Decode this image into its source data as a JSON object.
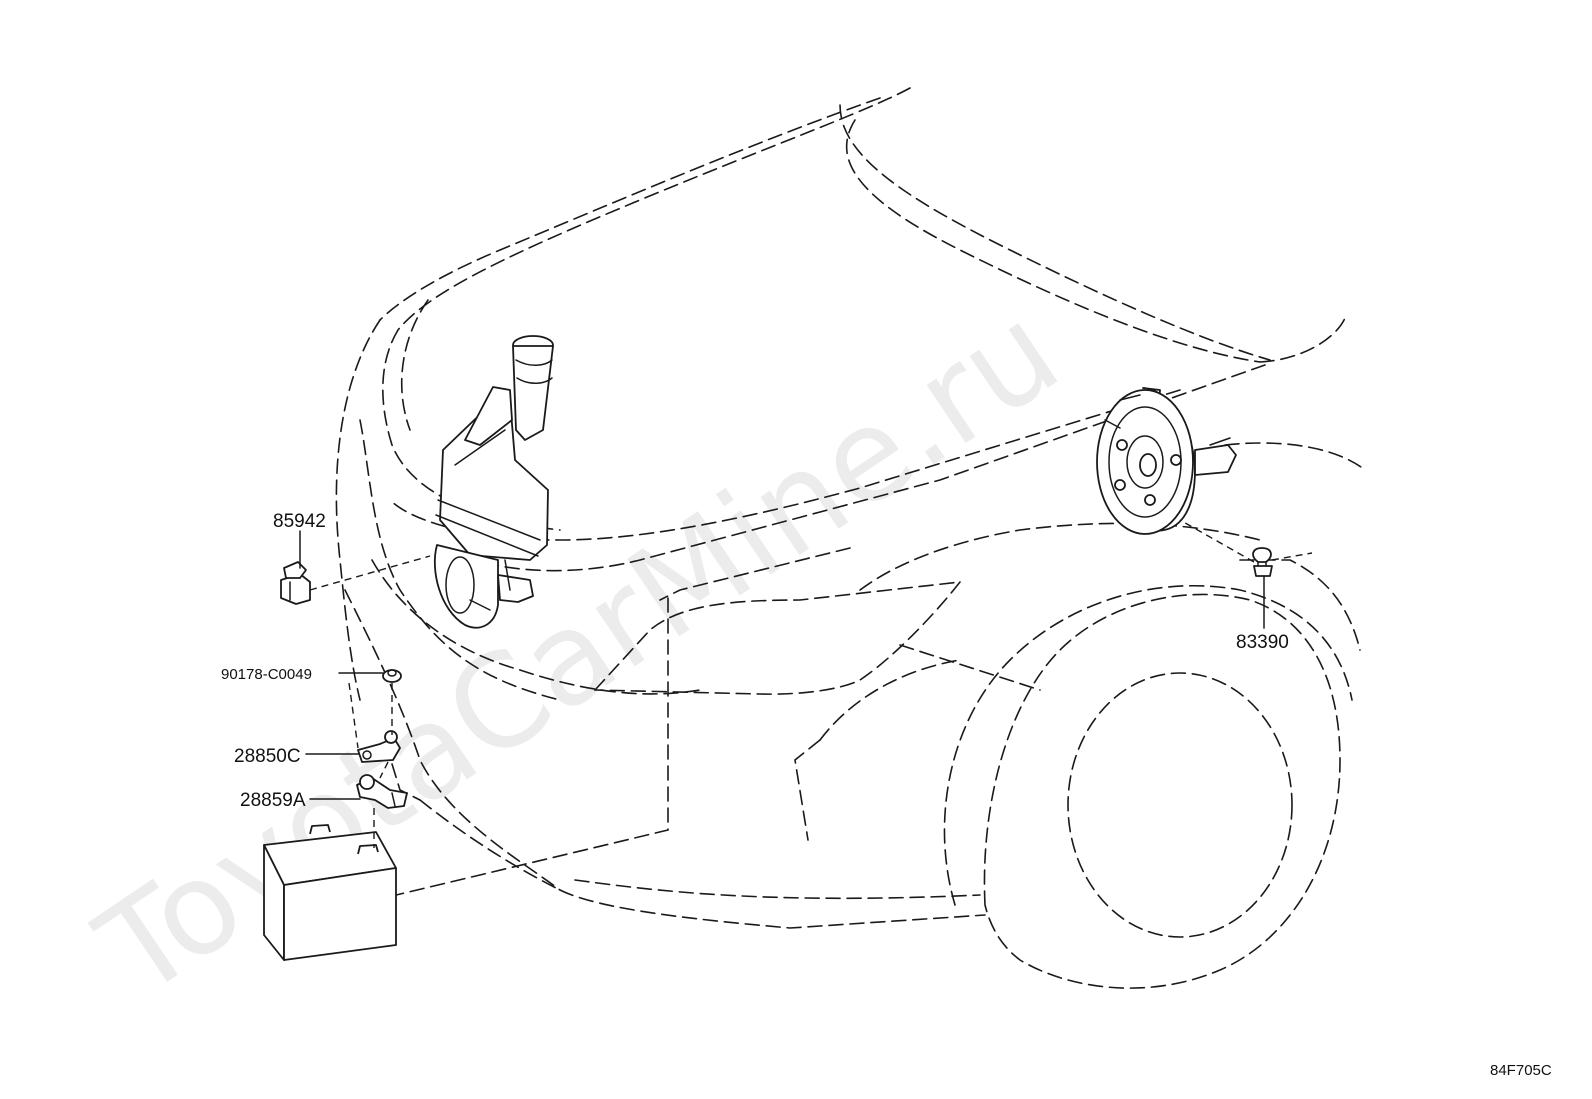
{
  "watermark": "ToyotaCarMine.ru",
  "diagram_code": "84F705C",
  "callouts": {
    "p85942": "85942",
    "p90178": "90178-C0049",
    "p28850": "28850C",
    "p28859": "28859A",
    "p83390": "83390"
  }
}
